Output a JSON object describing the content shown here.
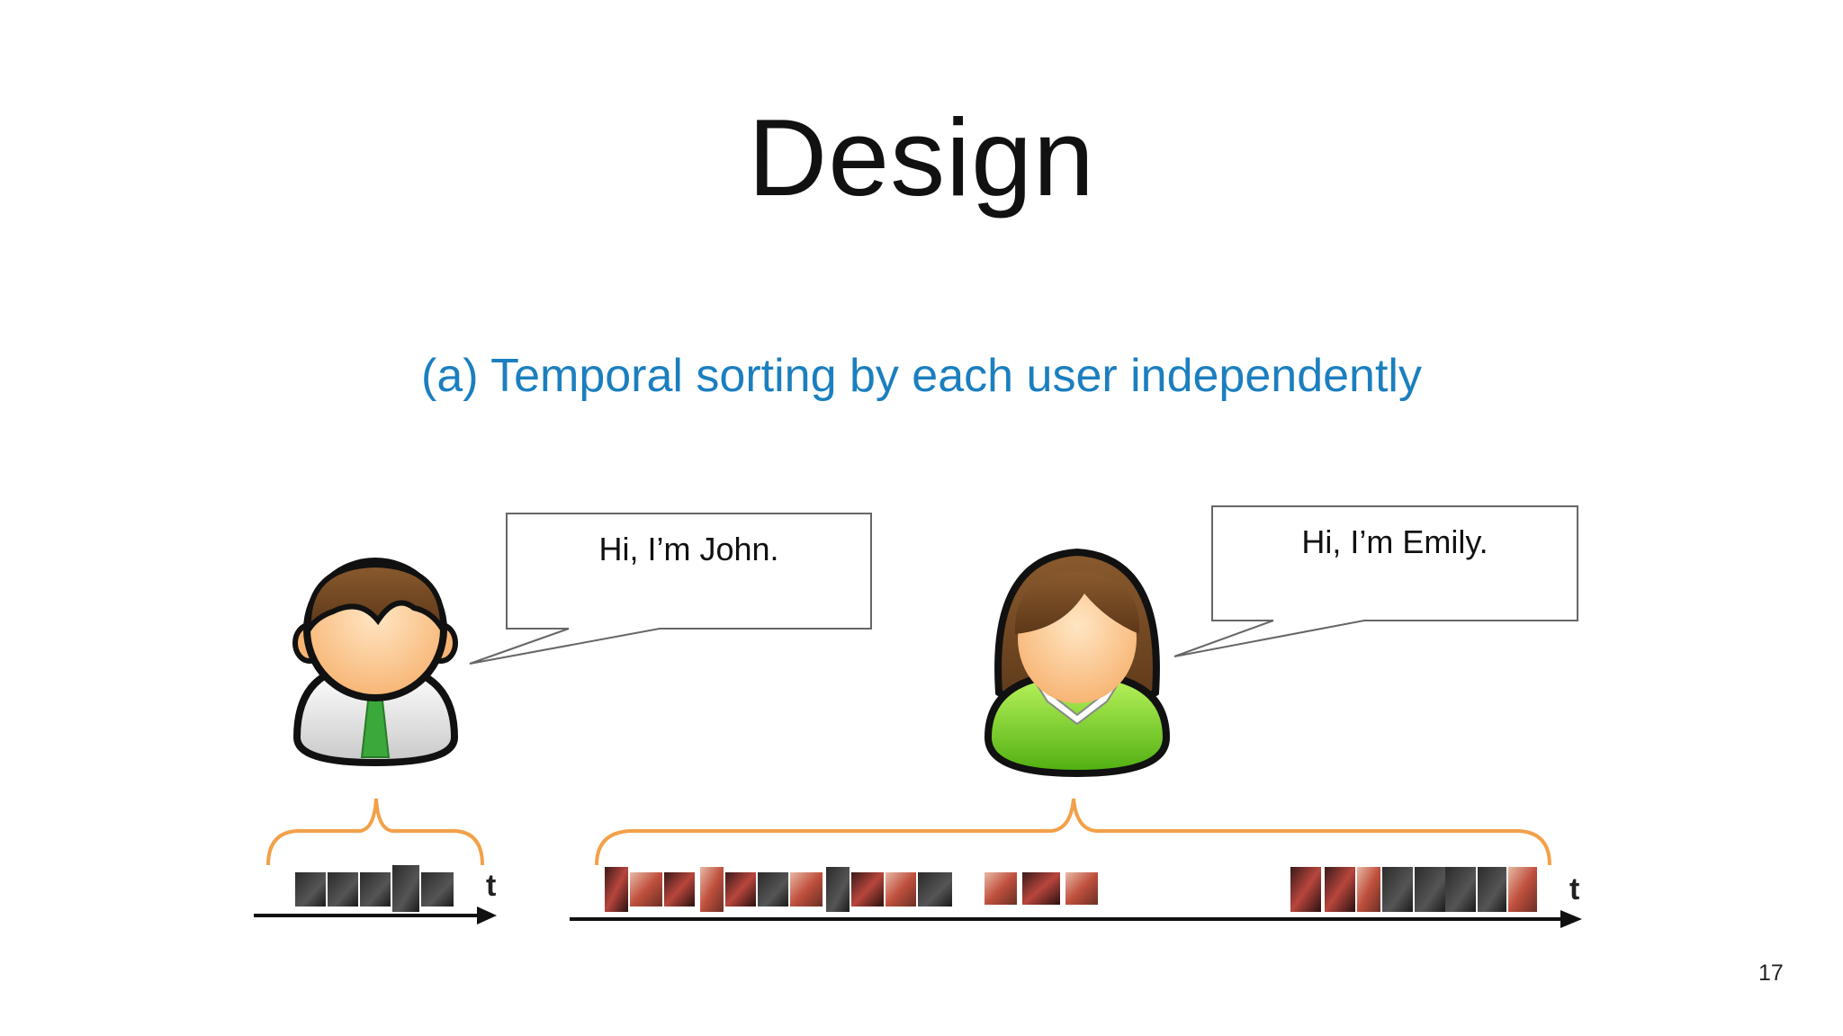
{
  "slide": {
    "title": "Design",
    "subtitle": "(a) Temporal sorting by each user independently",
    "page_number": "17"
  },
  "users": [
    {
      "speech": "Hi, I’m John.",
      "timeline_label": "t"
    },
    {
      "speech": "Hi, I’m Emily.",
      "timeline_label": "t"
    }
  ],
  "colors": {
    "title": "#111111",
    "subtitle": "#1b7fbf",
    "brace": "#f2a14a",
    "john_tie": "#3aa83a",
    "emily_shirt": "#7ed321"
  },
  "icons": [
    "male-user-icon",
    "female-user-icon"
  ]
}
